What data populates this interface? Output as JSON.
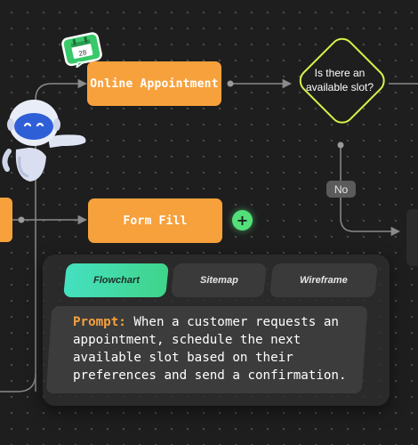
{
  "nodes": {
    "online_appointment": "Online Appointment",
    "decision": "Is there an available slot?",
    "form_fill": "Form Fill"
  },
  "edges": {
    "no_label": "No"
  },
  "add_node_button": "+",
  "calendar": {
    "day": "28"
  },
  "tabs": [
    {
      "label": "Flowchart",
      "active": true
    },
    {
      "label": "Sitemap",
      "active": false
    },
    {
      "label": "Wireframe",
      "active": false
    }
  ],
  "prompt": {
    "label": "Prompt:",
    "text": " When a customer requests an appointment, schedule the next available slot based on their preferences and send a confirmation."
  },
  "colors": {
    "background": "#1e1e1e",
    "node_orange": "#f7a13c",
    "decision_border": "#d6f24a",
    "connector": "#8a8a8a",
    "add_button": "#53e07a",
    "active_tab": "#45e0c0",
    "calendar_green": "#37c96a",
    "robot_blue": "#2e5fd6"
  }
}
